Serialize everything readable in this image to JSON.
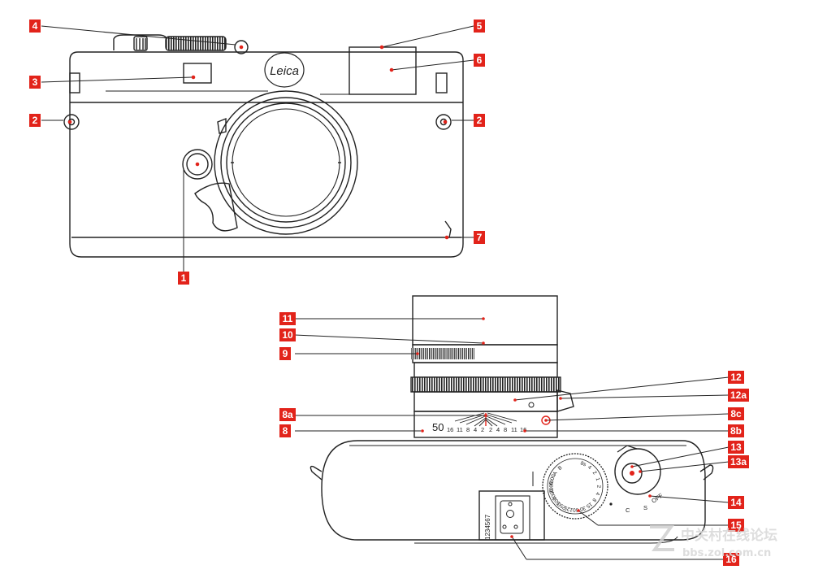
{
  "colors": {
    "accent": "#e2231a",
    "line": "#222222",
    "watermark": "#d4d4d4"
  },
  "front_view": {
    "brand_logo": "Leica",
    "callouts": [
      {
        "id": "1",
        "label": "1"
      },
      {
        "id": "2a",
        "label": "2"
      },
      {
        "id": "2b",
        "label": "2"
      },
      {
        "id": "3",
        "label": "3"
      },
      {
        "id": "4",
        "label": "4"
      },
      {
        "id": "5",
        "label": "5"
      },
      {
        "id": "6",
        "label": "6"
      },
      {
        "id": "7",
        "label": "7"
      }
    ]
  },
  "top_view": {
    "lens": {
      "focal_length": "50",
      "dof_scale_left": [
        "16",
        "11",
        "8",
        "4",
        "2"
      ],
      "dof_scale_right": [
        "2",
        "4",
        "8",
        "11",
        "16"
      ]
    },
    "shutter_dial_values": [
      "8s",
      "4",
      "2",
      "1",
      "2",
      "4",
      "8",
      "15",
      "30",
      "60",
      "125",
      "250",
      "500",
      "1000",
      "2000",
      "4000",
      "A",
      "B"
    ],
    "mode_switch_labels": [
      "S",
      "C",
      "OFF"
    ],
    "serial_number": "1234567",
    "callouts": [
      {
        "id": "8",
        "label": "8"
      },
      {
        "id": "8a",
        "label": "8a"
      },
      {
        "id": "8b",
        "label": "8b"
      },
      {
        "id": "8c",
        "label": "8c"
      },
      {
        "id": "9",
        "label": "9"
      },
      {
        "id": "10",
        "label": "10"
      },
      {
        "id": "11",
        "label": "11"
      },
      {
        "id": "12",
        "label": "12"
      },
      {
        "id": "12a",
        "label": "12a"
      },
      {
        "id": "13",
        "label": "13"
      },
      {
        "id": "13a",
        "label": "13a"
      },
      {
        "id": "14",
        "label": "14"
      },
      {
        "id": "15",
        "label": "15"
      },
      {
        "id": "16",
        "label": "16"
      }
    ]
  },
  "watermark": {
    "title": "中关村在线论坛",
    "url": "bbs.zol.com.cn"
  }
}
